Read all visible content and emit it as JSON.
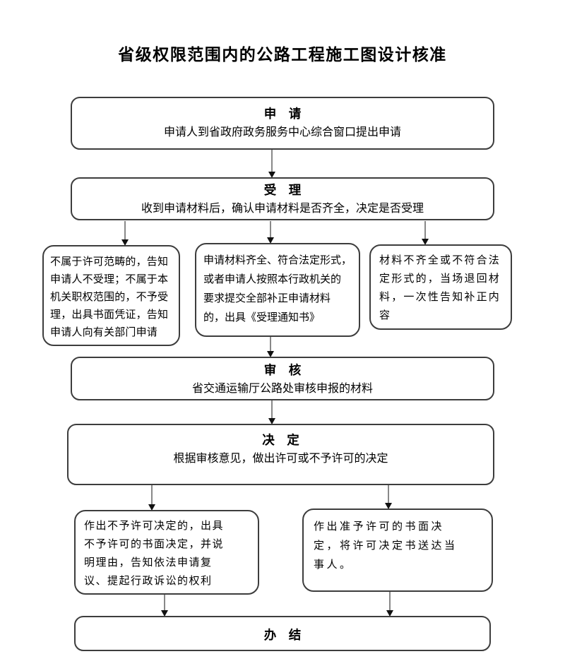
{
  "title": "省级权限范围内的公路工程施工图设计核准",
  "styles": {
    "background": "#ffffff",
    "border_color": "#3d3d3d",
    "line_color": "#111111",
    "text_color": "#000000"
  },
  "flowchart": {
    "nodes": {
      "apply": {
        "label": "申　请",
        "desc": "申请人到省政府政务服务中心综合窗口提出申请"
      },
      "accept": {
        "label": "受　理",
        "desc": "收到申请材料后，确认申请材料是否齐全，决定是否受理"
      },
      "reject_scope": {
        "text": "不属于许可范畴的，告知\n申请人不受理；不属于本\n机关职权范围的，不予受\n理，出具书面凭证，告知\n申请人向有关部门申请"
      },
      "accept_notice": {
        "text": "申请材料齐全、符合法定形式，\n或者申请人按照本行政机关的\n要求提交全部补正申请材料\n的，出具《受理通知书》"
      },
      "return_materials": {
        "text": "材料不齐全或不符合法\n定形式的，当场退回材\n料，一次性告知补正内\n容"
      },
      "review": {
        "label": "审　核",
        "desc": "省交通运输厅公路处审核申报的材料"
      },
      "decision": {
        "label": "决　定",
        "desc": "根据审核意见，做出许可或不予许可的决定"
      },
      "deny": {
        "text": "作出不予许可决定的，出具\n不予许可的书面决定，并说\n明理由，告知依法申请复\n议、提起行政诉讼的权利"
      },
      "grant": {
        "text": "作出准予许可的书面决\n定，将许可决定书送达当\n事人。"
      },
      "complete": {
        "label": "办　结"
      }
    }
  }
}
